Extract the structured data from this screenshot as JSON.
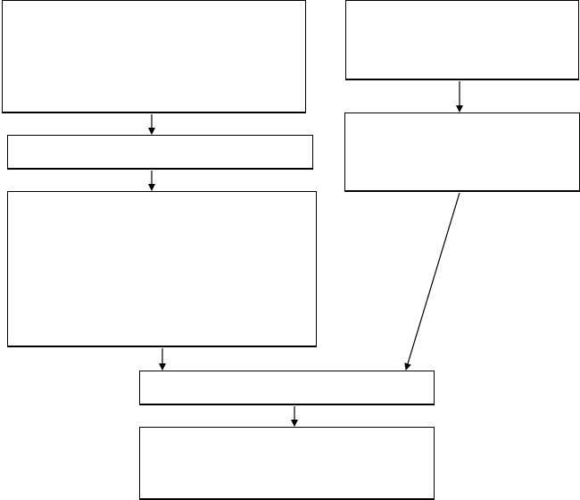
{
  "diagram": {
    "boxes": [
      {
        "id": "box-a",
        "text": ""
      },
      {
        "id": "box-b",
        "text": ""
      },
      {
        "id": "box-c",
        "text": ""
      },
      {
        "id": "box-d",
        "text": ""
      },
      {
        "id": "box-e",
        "text": ""
      },
      {
        "id": "box-f",
        "text": ""
      },
      {
        "id": "box-g",
        "text": ""
      }
    ],
    "connectors": [
      {
        "from": "box-a",
        "to": "box-c"
      },
      {
        "from": "box-c",
        "to": "box-e"
      },
      {
        "from": "box-b",
        "to": "box-d"
      },
      {
        "from": "box-e",
        "to": "box-f"
      },
      {
        "from": "box-d",
        "to": "box-f"
      },
      {
        "from": "box-f",
        "to": "box-g"
      }
    ],
    "colors": {
      "line": "#000000",
      "background": "#ffffff"
    }
  }
}
